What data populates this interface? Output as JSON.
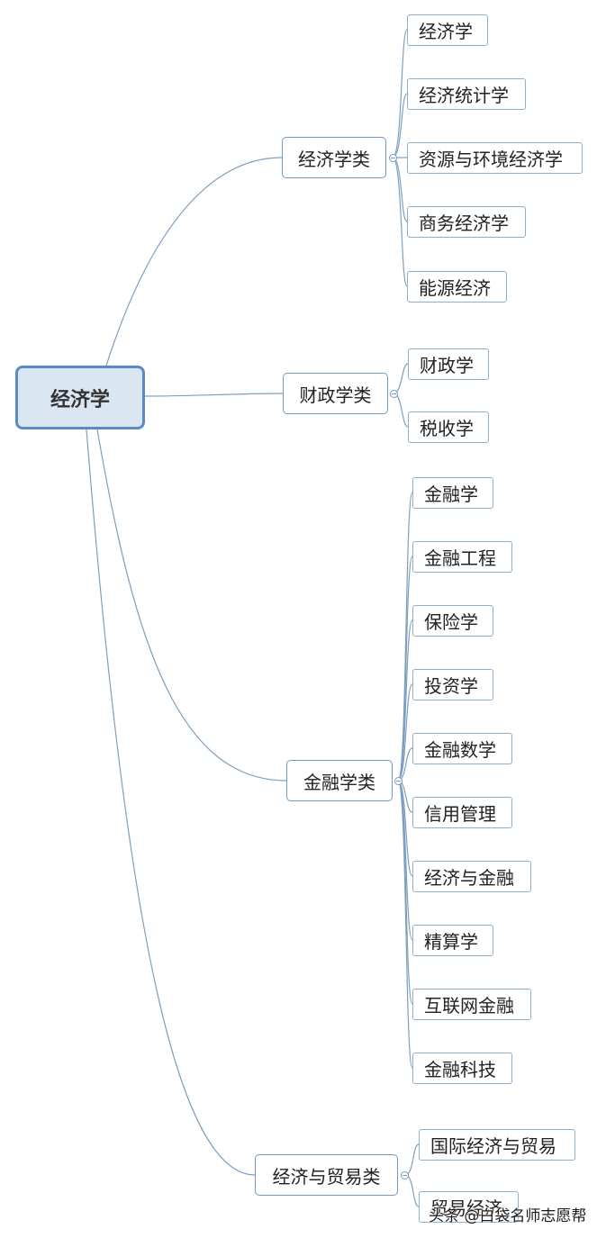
{
  "root": {
    "label": "经济学"
  },
  "categories": [
    {
      "label": "经济学类",
      "children": [
        "经济学",
        "经济统计学",
        "资源与环境经济学",
        "商务经济学",
        "能源经济"
      ]
    },
    {
      "label": "财政学类",
      "children": [
        "财政学",
        "税收学"
      ]
    },
    {
      "label": "金融学类",
      "children": [
        "金融学",
        "金融工程",
        "保险学",
        "投资学",
        "金融数学",
        "信用管理",
        "经济与金融",
        "精算学",
        "互联网金融",
        "金融科技"
      ]
    },
    {
      "label": "经济与贸易类",
      "children": [
        "国际经济与贸易",
        "贸易经济"
      ]
    }
  ],
  "watermark": "头条 @白袋名师志愿帮",
  "colors": {
    "root_fill": "#dbe6f3",
    "root_border": "#5b8bc5",
    "node_border": "#6d9bc6",
    "connector": "#7d9fbf"
  }
}
